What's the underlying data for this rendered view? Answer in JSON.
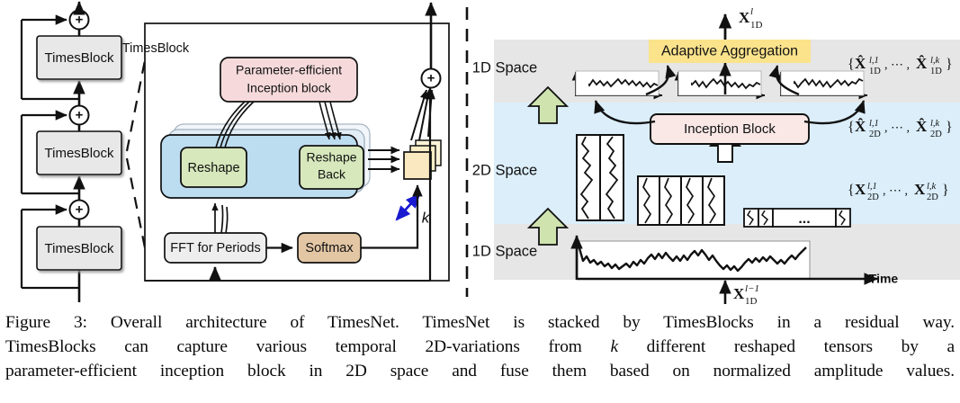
{
  "figure": {
    "caption_line1": "Figure 3: Overall architecture of TimesNet. TimesNet is stacked by TimesBlocks in a residual way.",
    "caption_line2_a": "TimesBlocks can capture various temporal 2D-variations from ",
    "caption_line2_k": "k",
    "caption_line2_b": " different reshaped tensors by a",
    "caption_line3": "parameter-efficient inception block in 2D space and fuse them based on normalized amplitude values."
  },
  "left_panel": {
    "blocks": [
      {
        "label": "TimesBlock"
      },
      {
        "label": "TimesBlock"
      },
      {
        "label": "TimesBlock"
      }
    ],
    "residual_op": "+"
  },
  "detail_panel": {
    "title": "TimesBlock",
    "inception_line1": "Parameter-efficient",
    "inception_line2": "Inception block",
    "reshape": "Reshape",
    "reshape_back_line1": "Reshape",
    "reshape_back_line2": "Back",
    "fft": "FFT for Periods",
    "softmax": "Softmax",
    "k_label": "k",
    "sum_op": "+"
  },
  "right_panel": {
    "output_label": {
      "base": "X",
      "sup": "l",
      "sub": "1D"
    },
    "input_label": {
      "base": "X",
      "sup": "l−1",
      "sub": "1D"
    },
    "space_top": "1D Space",
    "space_mid": "2D Space",
    "space_bottom": "1D Space",
    "adaptive_aggregation": "Adaptive Aggregation",
    "inception_block": "Inception Block",
    "time_axis": "Time",
    "ellipsis": "⋯",
    "dots_2d": "...",
    "set_1d_hat": {
      "open": "{",
      "base1": "X̂",
      "sup1": "l,1",
      "sub1": "1D",
      "sep": ", ⋯ ,",
      "base2": "X̂",
      "sup2": "l,k",
      "sub2": "1D",
      "close": "}"
    },
    "set_2d_hat": {
      "open": "{",
      "base1": "X̂",
      "sup1": "l,1",
      "sub1": "2D",
      "sep": ", ⋯ ,",
      "base2": "X̂",
      "sup2": "l,k",
      "sub2": "2D",
      "close": "}"
    },
    "set_2d": {
      "open": "{",
      "base1": "X",
      "sup1": "l,1",
      "sub1": "2D",
      "sep": ", ⋯ ,",
      "base2": "X",
      "sup2": "l,k",
      "sub2": "2D",
      "close": "}"
    }
  },
  "colors": {
    "block_gray": "#e8e8e8",
    "inception_pink": "#f6dadb",
    "inception_pink_right": "#f9e8e6",
    "reshape_green": "#d7e8bc",
    "softmax_tan": "#e3c6a4",
    "fft_gray": "#eeeeee",
    "layer_blue": "#bcdcf0",
    "tensor_yellow": "#fae9c0",
    "band_gray": "#e6e6e6",
    "band_blue": "#dbeefa",
    "aggregation_yellow": "#fbe38c",
    "arrow_green": "#cfe3af",
    "k_blue": "#1a1ad0",
    "stroke": "#111111"
  }
}
